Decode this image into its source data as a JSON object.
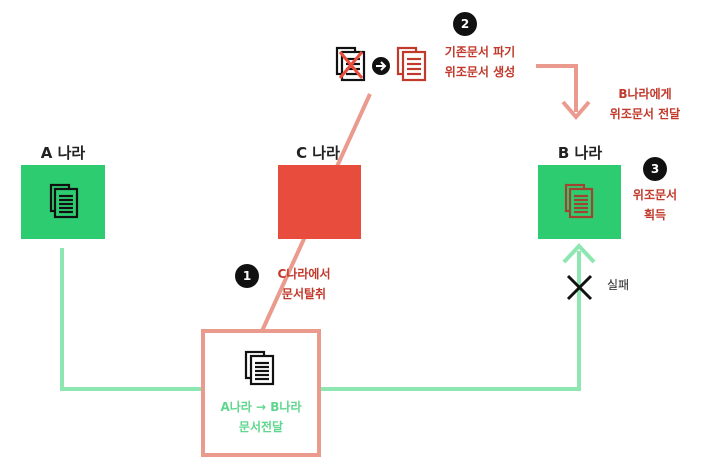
{
  "nodes": {
    "a": {
      "label": "A 나라"
    },
    "c": {
      "label": "C 나라"
    },
    "b": {
      "label": "B 나라"
    }
  },
  "steps": {
    "one": {
      "number": "1",
      "line1": "C나라에서",
      "line2": "문서탈취"
    },
    "two": {
      "number": "2",
      "line1": "기존문서 파기",
      "line2": "위조문서 생성"
    },
    "three": {
      "number": "3",
      "line1": "위조문서",
      "line2": "획득"
    }
  },
  "deliver_b": {
    "line1": "B나라에게",
    "line2": "위조문서 전달"
  },
  "transfer": {
    "line1": "A나라 → B나라",
    "line2": "문서전달"
  },
  "fail_label": "실패",
  "colors": {
    "green": "#2ecc71",
    "light_green": "#8ee6b0",
    "red": "#e74c3c",
    "salmon": "#eb9a8e",
    "dark_red": "#c0392b"
  }
}
